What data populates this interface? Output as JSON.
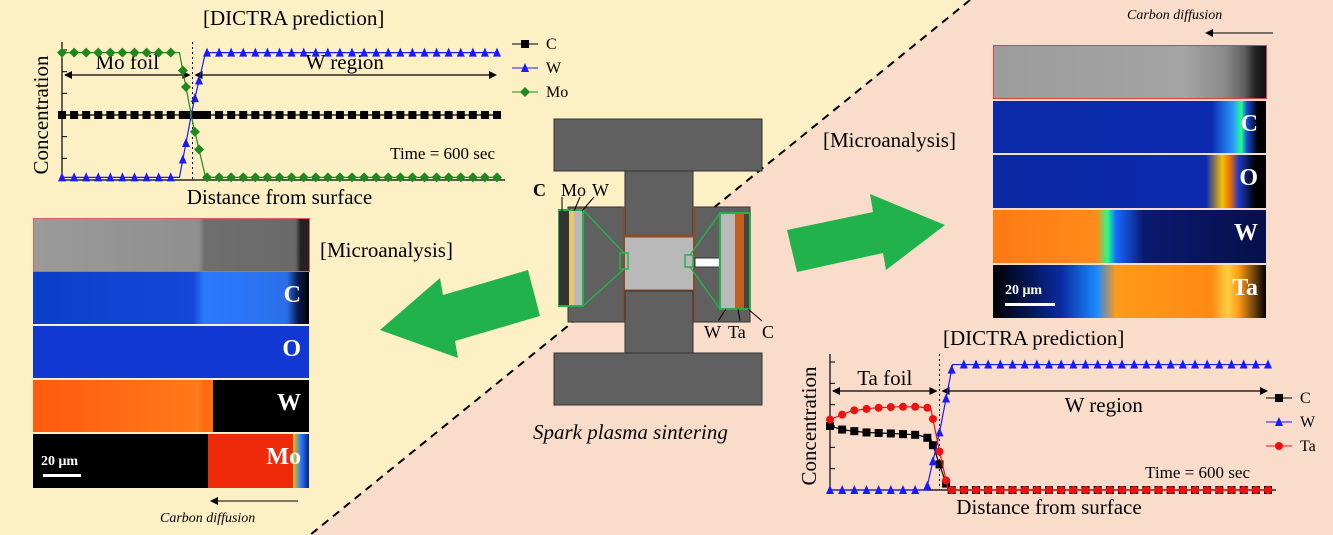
{
  "figure": {
    "colors": {
      "left_bg": "#fdf0c4",
      "right_bg": "#f9dcc9",
      "arrow_green": "#22b24c",
      "press_gray": "#606060",
      "powder_gray": "#b9b9b9",
      "foil_red": "#c0504d",
      "map_blue": "#1a45d6",
      "map_red": "#ff3a10",
      "map_orange": "#ff8a14"
    },
    "center": {
      "caption": "Spark plasma sintering",
      "left_labels": [
        "C",
        "Mo",
        "W"
      ],
      "right_labels": [
        "W",
        "Ta",
        "C"
      ]
    },
    "left": {
      "prediction_title": "[DICTRA prediction]",
      "micro_title": "[Microanalysis]",
      "map_labels": [
        "C",
        "O",
        "W",
        "Mo"
      ],
      "scale_bar": "20 μm",
      "carbon_diffusion": "Carbon diffusion"
    },
    "right": {
      "prediction_title": "[DICTRA prediction]",
      "micro_title": "[Microanalysis]",
      "map_labels": [
        "C",
        "O",
        "W",
        "Ta"
      ],
      "scale_bar": "20 μm",
      "carbon_diffusion": "Carbon diffusion"
    }
  },
  "chart_data": [
    {
      "type": "line",
      "ylabel": "Concentration",
      "xlabel": "Distance from surface",
      "region_left": "Mo foil",
      "region_right": "W region",
      "annotation": "Time = 600 sec",
      "x_interface": 0.3,
      "series": [
        {
          "name": "C",
          "marker": "square",
          "color": "#000000",
          "x": [
            0,
            0.2,
            0.3,
            0.4,
            1.0
          ],
          "y": [
            0.5,
            0.5,
            0.5,
            0.5,
            0.5
          ]
        },
        {
          "name": "W",
          "marker": "triangle",
          "color": "#1a1aff",
          "x": [
            0,
            0.27,
            0.3,
            0.33,
            1.0
          ],
          "y": [
            0.02,
            0.02,
            0.55,
            0.98,
            0.98
          ]
        },
        {
          "name": "Mo",
          "marker": "diamond",
          "color": "#1e8a1e",
          "x": [
            0,
            0.27,
            0.3,
            0.33,
            1.0
          ],
          "y": [
            0.98,
            0.98,
            0.45,
            0.02,
            0.02
          ]
        }
      ]
    },
    {
      "type": "line",
      "ylabel": "Concentration",
      "xlabel": "Distance from surface",
      "region_left": "Ta foil",
      "region_right": "W region",
      "annotation": "Time = 600 sec",
      "x_interface": 0.25,
      "series": [
        {
          "name": "C",
          "marker": "square",
          "color": "#000000",
          "x": [
            0,
            0.03,
            0.08,
            0.15,
            0.2,
            0.23,
            0.25,
            0.27,
            1.0
          ],
          "y": [
            0.5,
            0.47,
            0.45,
            0.44,
            0.43,
            0.4,
            0.2,
            0.0,
            0.0
          ]
        },
        {
          "name": "W",
          "marker": "triangle",
          "color": "#1a1aff",
          "x": [
            0,
            0.22,
            0.25,
            0.28,
            1.0
          ],
          "y": [
            0.0,
            0.0,
            0.45,
            0.98,
            0.98
          ]
        },
        {
          "name": "Ta",
          "marker": "circle",
          "color": "#ee1111",
          "x": [
            0,
            0.05,
            0.1,
            0.15,
            0.2,
            0.23,
            0.25,
            0.27,
            1.0
          ],
          "y": [
            0.55,
            0.62,
            0.64,
            0.65,
            0.65,
            0.64,
            0.3,
            0.0,
            0.0
          ]
        }
      ]
    }
  ]
}
